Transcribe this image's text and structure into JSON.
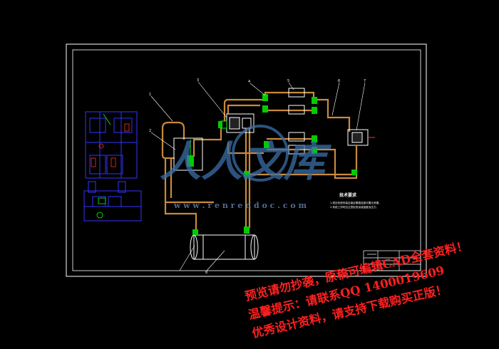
{
  "drawing": {
    "leader_numbers": [
      "1",
      "2",
      "3",
      "4",
      "5",
      "6",
      "7",
      "8"
    ],
    "tech_notes_title": "技术要求",
    "tech_notes": [
      "1.液压系统安装应保证管路连接可靠无泄漏。",
      "2.系统工作时应注意检查油液温度及压力。"
    ]
  },
  "watermark": {
    "logo_text": "人人文库",
    "url_text": "w w w . r e n r e n d o c . c o m",
    "lines": [
      "预览请勿抄袭，原稿可编辑CAD全套资料！",
      "温馨提示：请联系QQ 1400019609",
      "优秀设计资料，请支持下载购买正版！"
    ]
  },
  "colors": {
    "background": "#000000",
    "frame": "#ffffff",
    "inner_frame": "#00cc00",
    "pipe": "#c98a3a",
    "component": "#00ff00",
    "schematic": "#3333ff",
    "watermark_red": "#ff2020",
    "watermark_logo": "#3a6fa8"
  }
}
